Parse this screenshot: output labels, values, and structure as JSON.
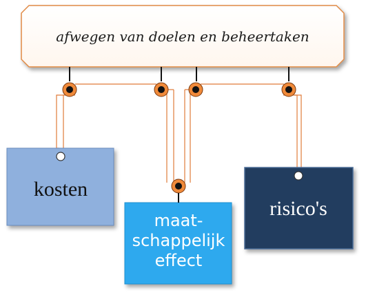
{
  "header": {
    "label": "afwegen van doelen en beheertaken"
  },
  "nodes": [
    {
      "id": "kosten",
      "lines": [
        "kosten"
      ],
      "color": "#8fb0dd",
      "text_color": "#111111"
    },
    {
      "id": "maatschappelijk",
      "lines": [
        "maat-",
        "schappelijk",
        "effect"
      ],
      "color": "#2ea9ee",
      "text_color": "#ffffff"
    },
    {
      "id": "risicos",
      "lines": [
        "risico's"
      ],
      "color": "#233e5f",
      "text_color": "#ffffff"
    }
  ],
  "colors": {
    "connector": "#e07b39",
    "header_border": "#e08a45",
    "header_fill": "#ffffff",
    "pin_fill": "#f08a3a"
  }
}
